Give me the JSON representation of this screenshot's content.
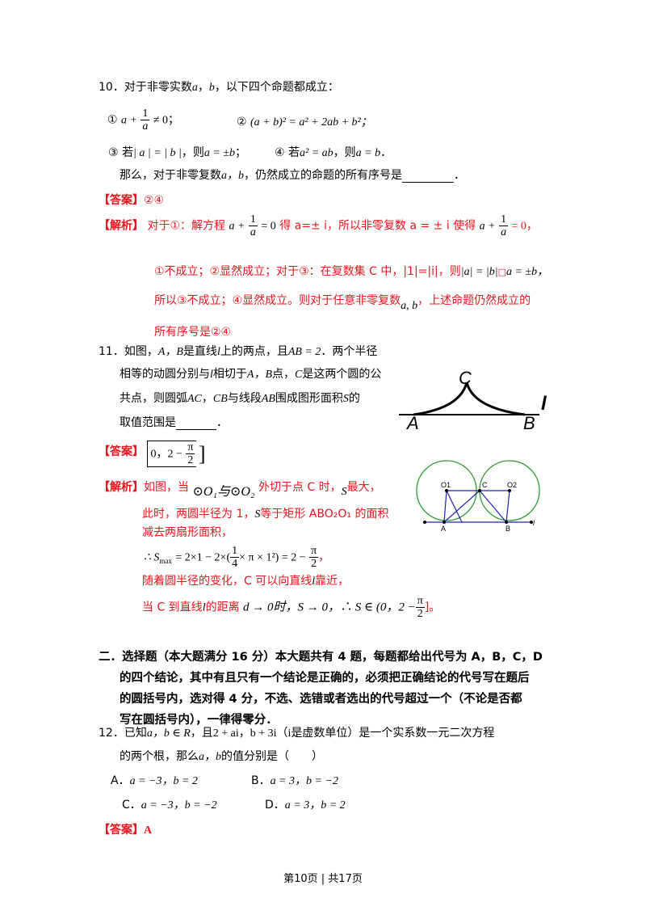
{
  "q10": {
    "number": "10．",
    "stem": "对于非零实数",
    "var_a": "a",
    "comma": "，",
    "var_b": "b",
    "stem_tail": "，以下四个命题都成立：",
    "p1_mark": "①",
    "p1_expr_a": "a +",
    "p1_frac_num": "1",
    "p1_frac_den": "a",
    "p1_expr_tail": "≠ 0；",
    "p2_mark": "②",
    "p2_expr": "(a + b)² = a² + 2ab + b²；",
    "p3_mark": "③ 若",
    "p3_expr": "| a | = | b |",
    "p3_mid": "，则",
    "p3_res": "a = ±b",
    "p3_end": "；",
    "p4_mark": "④ 若",
    "p4_expr": "a² = ab",
    "p4_mid": "，则",
    "p4_res": "a = b",
    "p4_end": "．",
    "question_pre": "那么，对于非零复数",
    "question_vars": "a，b",
    "question_tail": "，仍然成立的命题的所有序号是",
    "question_end": "．",
    "answer_tag": "【答案】",
    "answer": "②④",
    "analysis_tag": "【解析】",
    "an1_pre": "对于①：解方程",
    "an1_eq_a": "a +",
    "an1_frac_num": "1",
    "an1_frac_den": "a",
    "an1_eq_tail": "= 0",
    "an1_mid": "得 a=± i，所以非零复数 a = ± i 使得",
    "an1_eq2_a": "a +",
    "an1_eq2_tail": "= 0，",
    "an2_a": "①不成立；②显然成立；对于③：在复数集 C 中，|1|=|i|，则",
    "an2_expr": "|a| = |b|",
    "an2_box": "□",
    "an2_res": "a = ±b，",
    "an3_a": "所以③不成立；④显然成立。则对于任意非零复数",
    "an3_vars": "a, b",
    "an3_tail": "，上述命题仍然成立的",
    "an4": "所有序号是②④"
  },
  "q11": {
    "number": "11．",
    "l1_pre": "如图，",
    "l1_AB": "A，B",
    "l1_mid": "是直线",
    "l1_l": "l",
    "l1_mid2": "上的两点，且",
    "l1_ab": "AB = 2",
    "l1_tail": "．两个半径",
    "l2_pre": "相等的动圆分别与",
    "l2_l": "l",
    "l2_mid": "相切于",
    "l2_AB": "A，B",
    "l2_mid2": "点，",
    "l2_C": "C",
    "l2_tail": "是这两个圆的公",
    "l3_pre": "共点，则圆弧",
    "l3_AC": "AC",
    "l3_comma": "，",
    "l3_CB": "CB",
    "l3_mid": "与线段",
    "l3_AB": "AB",
    "l3_mid2": "围成图形面积",
    "l3_S": "S",
    "l3_tail": "的",
    "l4_pre": "取值范围是",
    "l4_end": "．",
    "answer_tag": "【答案】",
    "ans_open": "(",
    "ans_zero": "0，2 −",
    "ans_frac_num": "π",
    "ans_frac_den": "2",
    "ans_close": "]",
    "analysis_tag": "【解析】",
    "an1_pre": "如图，当",
    "an1_circ": "⊙O₁与⊙O₂",
    "an1_mid": "外切于点 C 时，",
    "an1_S": "S",
    "an1_tail": "最大，",
    "an2_pre": "此时，两圆半径为 1，",
    "an2_S": "S",
    "an2_tail": "等于矩形 ABO₂O₁ 的面积",
    "an3": "减去两扇形面积，",
    "an4_pre": "∴ S",
    "an4_sub": "max",
    "an4_expr": "= 2×1 − 2×(",
    "an4_frac_num": "1",
    "an4_frac_den": "4",
    "an4_expr2": "× π × 1²) = 2 −",
    "an4_frac2_num": "π",
    "an4_frac2_den": "2",
    "an4_end": "，",
    "an5_pre": "随着圆半径的变化，C 可以向直线",
    "an5_l": "l",
    "an5_tail": "靠近，",
    "an6_pre": "当 C 到直线",
    "an6_l": "l",
    "an6_mid": "的距离",
    "an6_expr": "d → 0时，S → 0，∴ S ∈ (0，2 −",
    "an6_frac_num": "π",
    "an6_frac_den": "2",
    "an6_end": "]。",
    "fig1": {
      "C": "C",
      "A": "A",
      "B": "B",
      "l": "l"
    },
    "fig2": {
      "O1": "O1",
      "C": "C",
      "O2": "O2",
      "A": "A",
      "B": "B",
      "l": "l"
    }
  },
  "section2": {
    "line1": "二．选择题（本大题满分 16 分）本大题共有 4 题，每题都给出代号为 A，B，C，D",
    "line2": "的四个结论，其中有且只有一个结论是正确的，必须把正确结论的代号写在题后",
    "line3": "的圆括号内，选对得 4 分，不选、选错或者选出的代号超过一个（不论是否都",
    "line4": "写在圆括号内），一律得零分．"
  },
  "q12": {
    "number": "12．",
    "l1_pre": "已知",
    "l1_vars": "a，b ∈ R",
    "l1_mid": "，且",
    "l1_expr": "2 + ai，b + 3i",
    "l1_paren": "（",
    "l1_i": "i",
    "l1_tail": "是虚数单位）是一个实系数一元二次方程",
    "l2_pre": "的两个根，那么",
    "l2_vars": "a，b",
    "l2_tail": "的值分别是（　　）",
    "optA_label": "A．",
    "optA": "a = −3，b = 2",
    "optB_label": "B．",
    "optB": "a = 3，b = −2",
    "optC_label": "C．",
    "optC": "a = −3，b = −2",
    "optD_label": "D．",
    "optD": "a = 3，b = 2",
    "answer_tag": "【答案】",
    "answer": "A"
  },
  "footer": {
    "text": "第10页 | 共17页"
  }
}
